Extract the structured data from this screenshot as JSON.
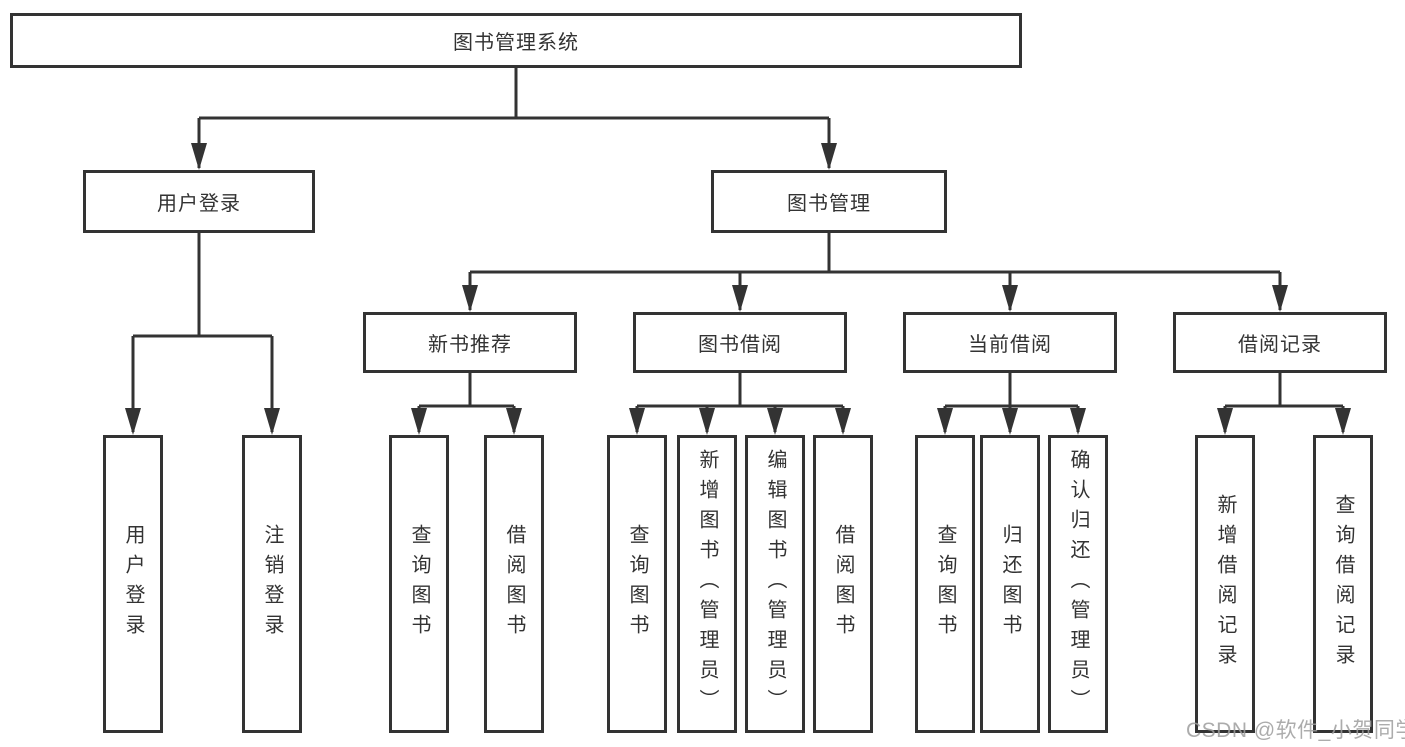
{
  "diagram": {
    "root": "图书管理系统",
    "level2": [
      {
        "label": "用户登录"
      },
      {
        "label": "图书管理"
      }
    ],
    "level3": [
      {
        "label": "新书推荐"
      },
      {
        "label": "图书借阅"
      },
      {
        "label": "当前借阅"
      },
      {
        "label": "借阅记录"
      }
    ],
    "leaves": {
      "user": [
        "用户登录",
        "注销登录"
      ],
      "newbooks": [
        "查询图书",
        "借阅图书"
      ],
      "borrow": [
        "查询图书",
        "新增图书（管理员）",
        "编辑图书（管理员）",
        "借阅图书"
      ],
      "current": [
        "查询图书",
        "归还图书",
        "确认归还（管理员）"
      ],
      "records": [
        "新增借阅记录",
        "查询借阅记录"
      ]
    }
  },
  "watermark": "CSDN @软件_小贺同学",
  "colors": {
    "line": "#333333",
    "text": "#333333",
    "watermark": "#9e9e9e"
  }
}
